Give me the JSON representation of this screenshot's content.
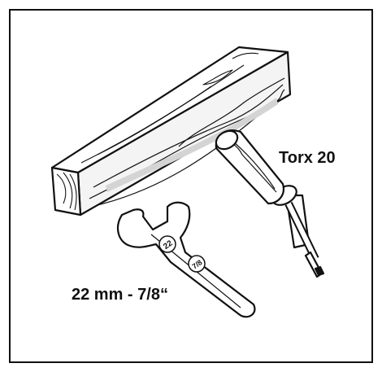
{
  "labels": {
    "screwdriver": "Torx 20",
    "wrench": "22 mm - 7/8“"
  },
  "wrench_marks": {
    "size_metric": "22",
    "size_imperial": "7/8"
  },
  "colors": {
    "line": "#111111",
    "fill": "#ffffff",
    "shadow": "#cfcfcf"
  },
  "icons": [
    "wood-block-icon",
    "screwdriver-icon",
    "wrench-icon"
  ]
}
